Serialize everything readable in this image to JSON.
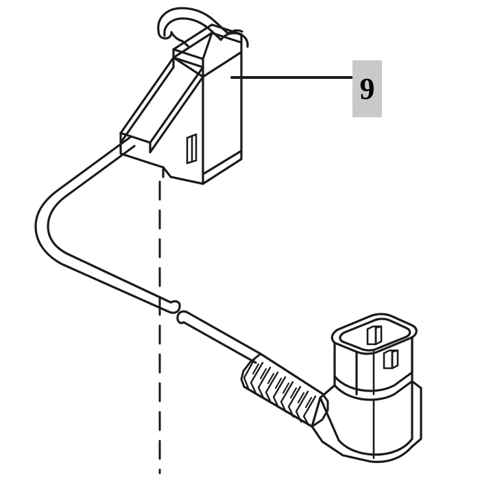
{
  "diagram": {
    "title": "Power cord assembly exploded parts illustration",
    "background_color": "#ffffff",
    "line_color": "#1a1a1a",
    "callout": {
      "number": "9",
      "background_color": "#c9c9c9",
      "text_color": "#000000",
      "leader_line_label": "leader-line"
    },
    "parts": [
      {
        "name": "appliance-connector-housing",
        "description": "Rectangular isometric connector body with latch clip and vent slot"
      },
      {
        "name": "latch-clip",
        "description": "Curved hook release latch on top of connector"
      },
      {
        "name": "vent-slot",
        "description": "Small vertical slot on connector front face"
      },
      {
        "name": "cable-loop",
        "description": "Cable routed in a U-shaped loop to the left"
      },
      {
        "name": "strain-relief-boot",
        "description": "Ribbed flexible boot with transverse ridges"
      },
      {
        "name": "right-angle-plug",
        "description": "Right-angle plug body with two pin sockets on top face"
      },
      {
        "name": "centerline",
        "description": "Vertical dashed assembly centerline"
      }
    ]
  }
}
